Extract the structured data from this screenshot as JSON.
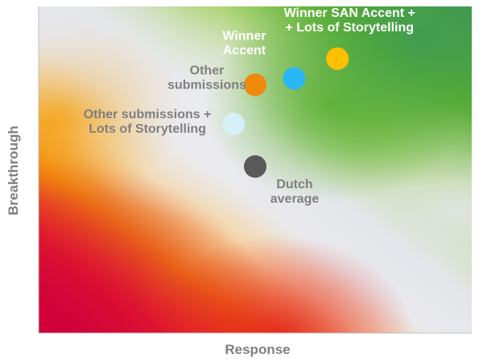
{
  "chart_data": {
    "type": "scatter",
    "title": "",
    "xlabel": "Response",
    "ylabel": "Breakthrough",
    "xlim": [
      0,
      100
    ],
    "ylim": [
      0,
      100
    ],
    "grid": false,
    "background": "diagonal heatmap: red bottom-left, orange, pale gray band, green top-right",
    "points": [
      {
        "label_lines": [
          "Winner SAN Accent +",
          "+ Lots of Storytelling"
        ],
        "x": 69,
        "y": 84,
        "color": "#FFC000",
        "label_color": "#FFFFFF"
      },
      {
        "label_lines": [
          "Winner",
          "Accent"
        ],
        "x": 59,
        "y": 78,
        "color": "#29B6F6",
        "label_color": "#FFFFFF"
      },
      {
        "label_lines": [
          "Other",
          "submissions"
        ],
        "x": 50,
        "y": 76,
        "color": "#EF8A0C",
        "label_color": "#7F7F7F"
      },
      {
        "label_lines": [
          "Other submissions +",
          "Lots of Storytelling"
        ],
        "x": 45,
        "y": 64,
        "color": "#D6F0F8",
        "label_color": "#7F7F7F"
      },
      {
        "label_lines": [
          "Dutch",
          "average"
        ],
        "x": 50,
        "y": 51,
        "color": "#595959",
        "label_color": "#7F7F7F"
      }
    ]
  }
}
